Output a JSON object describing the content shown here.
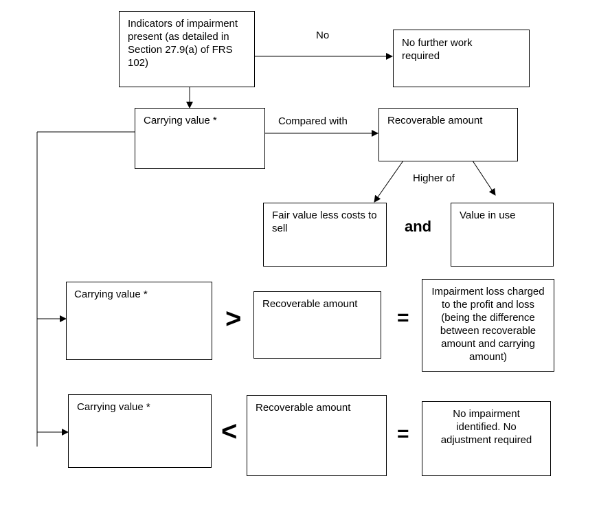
{
  "top": {
    "indicators_text": "Indicators of impairment present (as detailed in Section 27.9(a) of FRS 102)",
    "no_label": "No",
    "no_further_text": "No further work required"
  },
  "compare_row": {
    "carrying_value": "Carrying value *",
    "compared_with": "Compared with",
    "recoverable_amount": "Recoverable amount",
    "higher_of": "Higher of",
    "fair_value_text": "Fair value less costs to sell",
    "and_label": "and",
    "value_in_use": "Value in use"
  },
  "greater_row": {
    "carrying_value": "Carrying value *",
    "operator": ">",
    "recoverable_amount": "Recoverable amount",
    "equals": "=",
    "result_text": "Impairment loss charged to the profit and loss (being the difference between recoverable amount and carrying amount)"
  },
  "less_row": {
    "carrying_value": "Carrying value *",
    "operator": "<",
    "recoverable_amount": "Recoverable amount",
    "equals": "=",
    "result_text": "No impairment identified. No adjustment required"
  }
}
